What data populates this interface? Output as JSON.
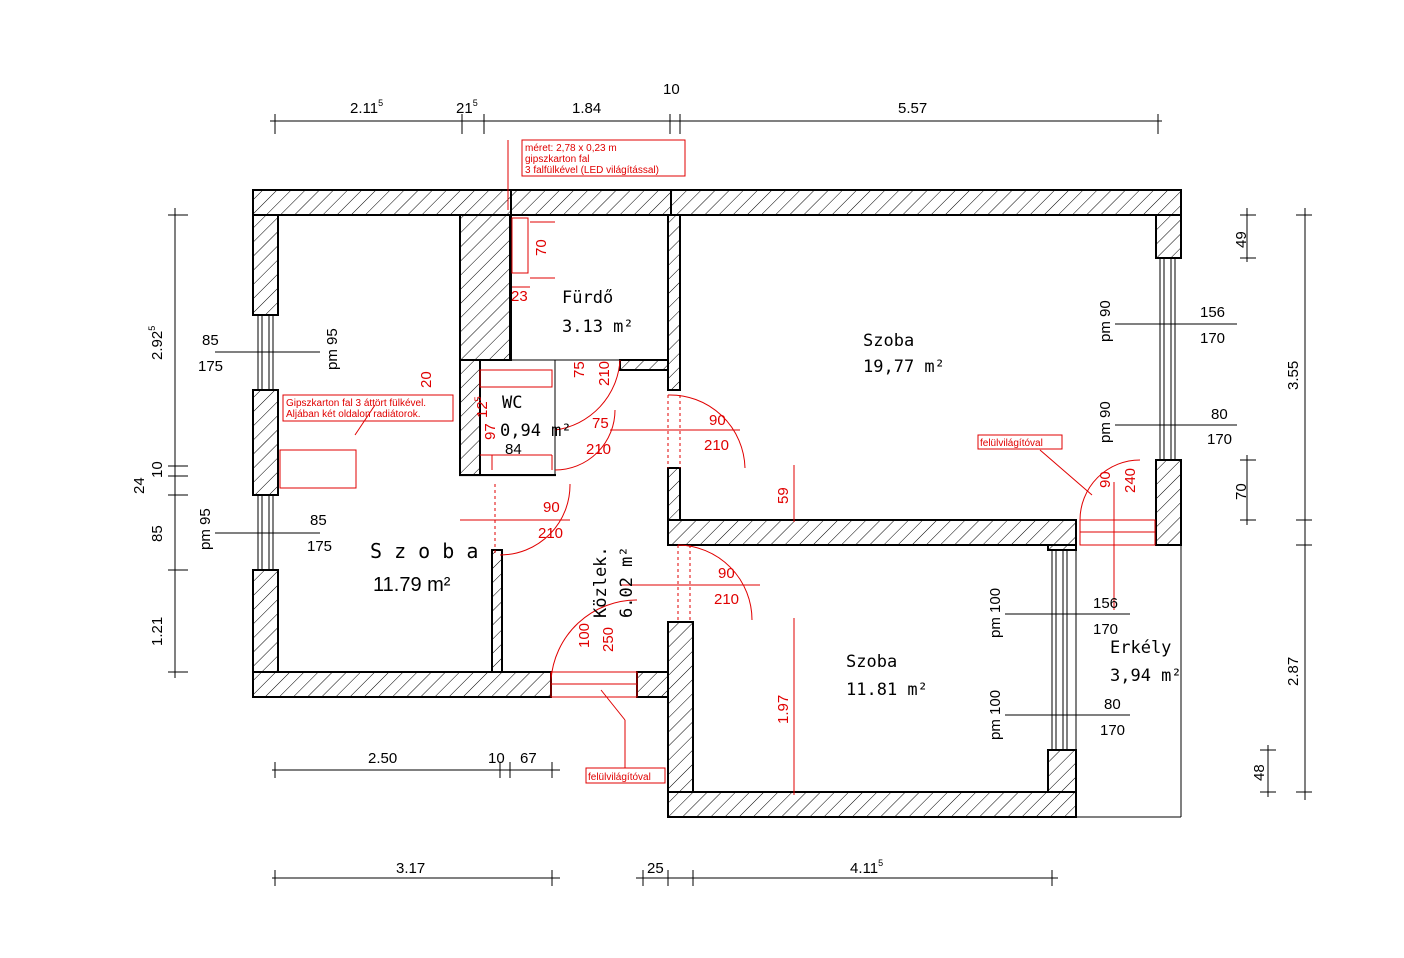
{
  "rooms": {
    "bath_name": "Fürdő",
    "bath_area": "3.13 m²",
    "wc_name": "WC",
    "wc_area": "0,94 m²",
    "room1_name": "Szoba",
    "room1_area": "19,77 m²",
    "room2_name": "S z o b a",
    "room2_area": "11.79 m²",
    "corridor_name": "Közlek.",
    "corridor_area": "6.02 m²",
    "room3_name": "Szoba",
    "room3_area": "11.81 m²",
    "balcony_name": "Erkély",
    "balcony_area": "3,94 m²"
  },
  "notes": {
    "niche_1": "méret: 2,78 x 0,23 m",
    "niche_2": "gipszkarton fal",
    "niche_3": "3 falfülkével (LED világítással)",
    "wall_1": "Gipszkarton fal 3 áttört fülkével.",
    "wall_2": "Aljában két oldalon radiátorok.",
    "skylight_1": "felülvilágítóval",
    "skylight_2": "felülvilágítóval"
  },
  "dims_top": {
    "d1": "2.11",
    "d1_sup": "5",
    "d2": "21",
    "d2_sup": "5",
    "d3": "1.84",
    "d4": "10",
    "d5": "5.57"
  },
  "dims_bottom": {
    "d1": "2.50",
    "d2": "10",
    "d3": "67",
    "d4": "3.17",
    "d5": "25",
    "d6": "4.11",
    "d6_sup": "5"
  },
  "dims_left": {
    "d1": "2.92",
    "d1_sup": "5",
    "d2": "10",
    "d3": "24",
    "d4": "85",
    "d5": "1.21"
  },
  "dims_right": {
    "d1": "49",
    "d2": "3.55",
    "d3": "70",
    "d4": "2.87",
    "d5": "48"
  },
  "windows": {
    "left_top_pm": "pm 95",
    "left_top_w": "85",
    "left_top_h": "175",
    "left_bottom_pm": "pm 95",
    "left_bottom_w": "85",
    "left_bottom_h": "175",
    "right_top_pm": "pm 90",
    "right_top_w": "156",
    "right_top_h": "170",
    "right_mid_pm": "pm 90",
    "right_mid_w": "80",
    "right_mid_h": "170",
    "balcony_top_pm": "pm 100",
    "balcony_top_w": "156",
    "balcony_top_h": "170",
    "balcony_bottom_pm": "pm 100",
    "balcony_bottom_w": "80",
    "balcony_bottom_h": "170"
  },
  "doors": {
    "bath_w": "75",
    "bath_h": "210",
    "wc_w": "75",
    "wc_h": "210",
    "room1_w": "90",
    "room1_h": "210",
    "room2_w": "90",
    "room2_h": "210",
    "room3_w": "90",
    "room3_h": "210",
    "entry_w": "100",
    "entry_h": "250",
    "balcony_w": "90",
    "balcony_h": "240"
  },
  "red_dims": {
    "niche_h": "70",
    "niche_w": "23",
    "wc_top": "20",
    "wc_side": "12",
    "wc_side_sup": "5",
    "wc_side2": "97",
    "wc_bottom": "84",
    "corr_59": "59",
    "room3_197": "1.97"
  }
}
